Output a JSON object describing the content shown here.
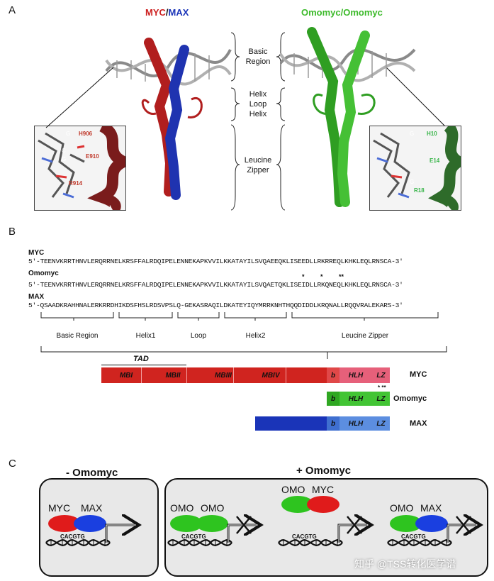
{
  "panels": {
    "a": "A",
    "b": "B",
    "c": "C"
  },
  "panel_a": {
    "title_myc": "MYC",
    "title_slash": "/",
    "title_max": "MAX",
    "title_omomyc": "Omomyc/Omomyc",
    "regions": [
      "Basic\nRegion",
      "Helix\nLoop\nHelix",
      "Leucine\nZipper"
    ],
    "left_inset_labels": [
      "G",
      "H906",
      "C",
      "G",
      "E910",
      "R914"
    ],
    "right_inset_labels": [
      "G",
      "H10",
      "E14",
      "G",
      "R18"
    ]
  },
  "panel_b": {
    "sequences": [
      {
        "name": "MYC",
        "seq": "5'-TEENVKRRTHNVLERQRRNELKRSFFALRDQIPELENNEKAPKVVILKKATAYILSVQAEEQKLISEEDLLRKRREQLKHKLEQLRNSCA-3'"
      },
      {
        "name": "Omomyc",
        "seq": "5'-TEENVKRRTHNVLERQRRNELKRSFFALRDQIPELENNEKAPKVVILKKATAYILSVQAETQKLISEIDLLRKQNEQLKHKLEQLRNSCA-3'"
      },
      {
        "name": "MAX",
        "seq": "5'-QSAADKRAHHNALERKRRDHIKDSFHSLRDSVPSLQ-GEKASRAQILDKATEYIQYMRRKNHTHQQDIDDLKRQNALLRQQVRALEKARS-3'"
      }
    ],
    "regions": [
      "Basic Region",
      "Helix1",
      "Loop",
      "Helix2",
      "Leucine Zipper"
    ],
    "tad_label": "TAD",
    "myc_domains": [
      "MBI",
      "MBII",
      "MBIII",
      "MBIV",
      "b",
      "HLH",
      "LZ"
    ],
    "omomyc_domains": [
      "b",
      "HLH",
      "LZ"
    ],
    "max_domains": [
      "b",
      "HLH",
      "LZ"
    ],
    "protein_labels": [
      "MYC",
      "Omomyc",
      "MAX"
    ],
    "mutation_marks": "* * **"
  },
  "panel_c": {
    "minus_title": "- Omomyc",
    "plus_title": "+ Omomyc",
    "box1": {
      "labels": [
        "MYC",
        "MAX"
      ],
      "dna": "CACGTG"
    },
    "box2": {
      "labels": [
        "OMO",
        "OMO"
      ],
      "dna": "CACGTG"
    },
    "box3": {
      "labels": [
        "OMO",
        "MYC"
      ],
      "dna": "CACGTG"
    },
    "box4": {
      "labels": [
        "OMO",
        "MAX"
      ],
      "dna": "CACGTG"
    }
  },
  "watermark": "知乎 @TSS转化医学谱",
  "colors": {
    "myc": "#cc1f1f",
    "max": "#1a34b8",
    "omomyc": "#3cba2a",
    "mutation": "#39b54a"
  }
}
